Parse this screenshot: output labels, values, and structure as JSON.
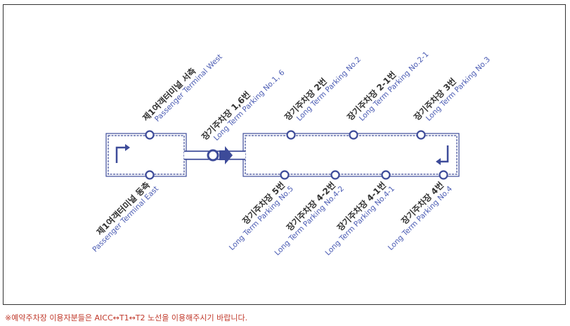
{
  "colors": {
    "route": "#3d4b99",
    "route_fill": "#ffffff",
    "kr_text": "#333333",
    "en_text": "#4a5bb3",
    "notice": "#c0392b"
  },
  "stops": {
    "t1_west": {
      "kr": "제1여객터미널 서측",
      "en": "Passenger Terminal West"
    },
    "t1_east": {
      "kr": "제1여객터미널 동측",
      "en": "Passenger Terminal East"
    },
    "lt_1_6": {
      "kr": "장기주차장 1,6번",
      "en": "Long Term Parking No.1, 6"
    },
    "lt_2": {
      "kr": "장기주차장 2번",
      "en": "Long Term Parking No.2"
    },
    "lt_2_1": {
      "kr": "장기주차장 2-1번",
      "en": "Long Term Parking No.2-1"
    },
    "lt_3": {
      "kr": "장기주차장 3번",
      "en": "Long Term Parking No.3"
    },
    "lt_5": {
      "kr": "장기주차장 5번",
      "en": "Long Term Parking No.5"
    },
    "lt_4_2": {
      "kr": "장기주차장 4-2번",
      "en": "Long Term Parking No.4-2"
    },
    "lt_4_1": {
      "kr": "장기주차장 4-1번",
      "en": "Long Term Parking No.4-1"
    },
    "lt_4": {
      "kr": "장기주차장 4번",
      "en": "Long Term Parking No.4"
    }
  },
  "notice": "※예약주차장 이용자분들은 AICC↔T1↔T2 노선을 이용해주시기 바랍니다."
}
